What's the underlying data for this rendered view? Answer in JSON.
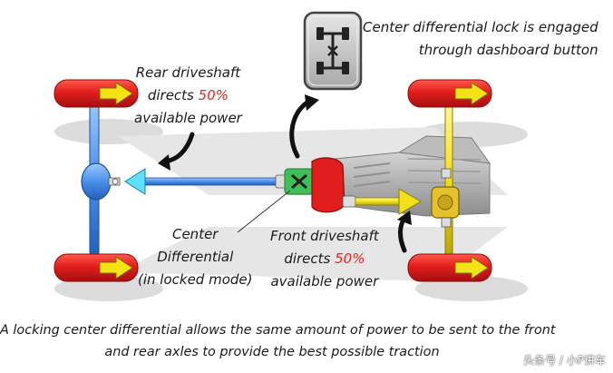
{
  "labels": {
    "lock_note": [
      "Center differential lock is engaged",
      "through dashboard button"
    ],
    "rear_driveshaft": {
      "line1": "Rear driveshaft",
      "line2_prefix": "directs ",
      "line2_value": "50%",
      "line3": "available power"
    },
    "center_differential": [
      "Center",
      "Differential",
      "(in locked mode)"
    ],
    "front_driveshaft": {
      "line1": "Front driveshaft",
      "line2_prefix": "directs ",
      "line2_value": "50%",
      "line3": "available power"
    },
    "caption": [
      "A locking center differential allows the same amount of power to be sent to the front",
      "and rear axles to provide the best possible traction"
    ],
    "watermark": "头条号 / 小P讲车"
  },
  "icons": {
    "dashboard_button": "4wd-lock-button-icon",
    "wheel_arrow": "right-arrow-icon"
  },
  "colors": {
    "tire": "#e21d1d",
    "rear_axle": "#4a90e8",
    "front_axle": "#f2e01a",
    "transmission": "#a9a9a9",
    "highlight_text": "#e8251f",
    "center_diff_housing": "#3fbf57"
  }
}
